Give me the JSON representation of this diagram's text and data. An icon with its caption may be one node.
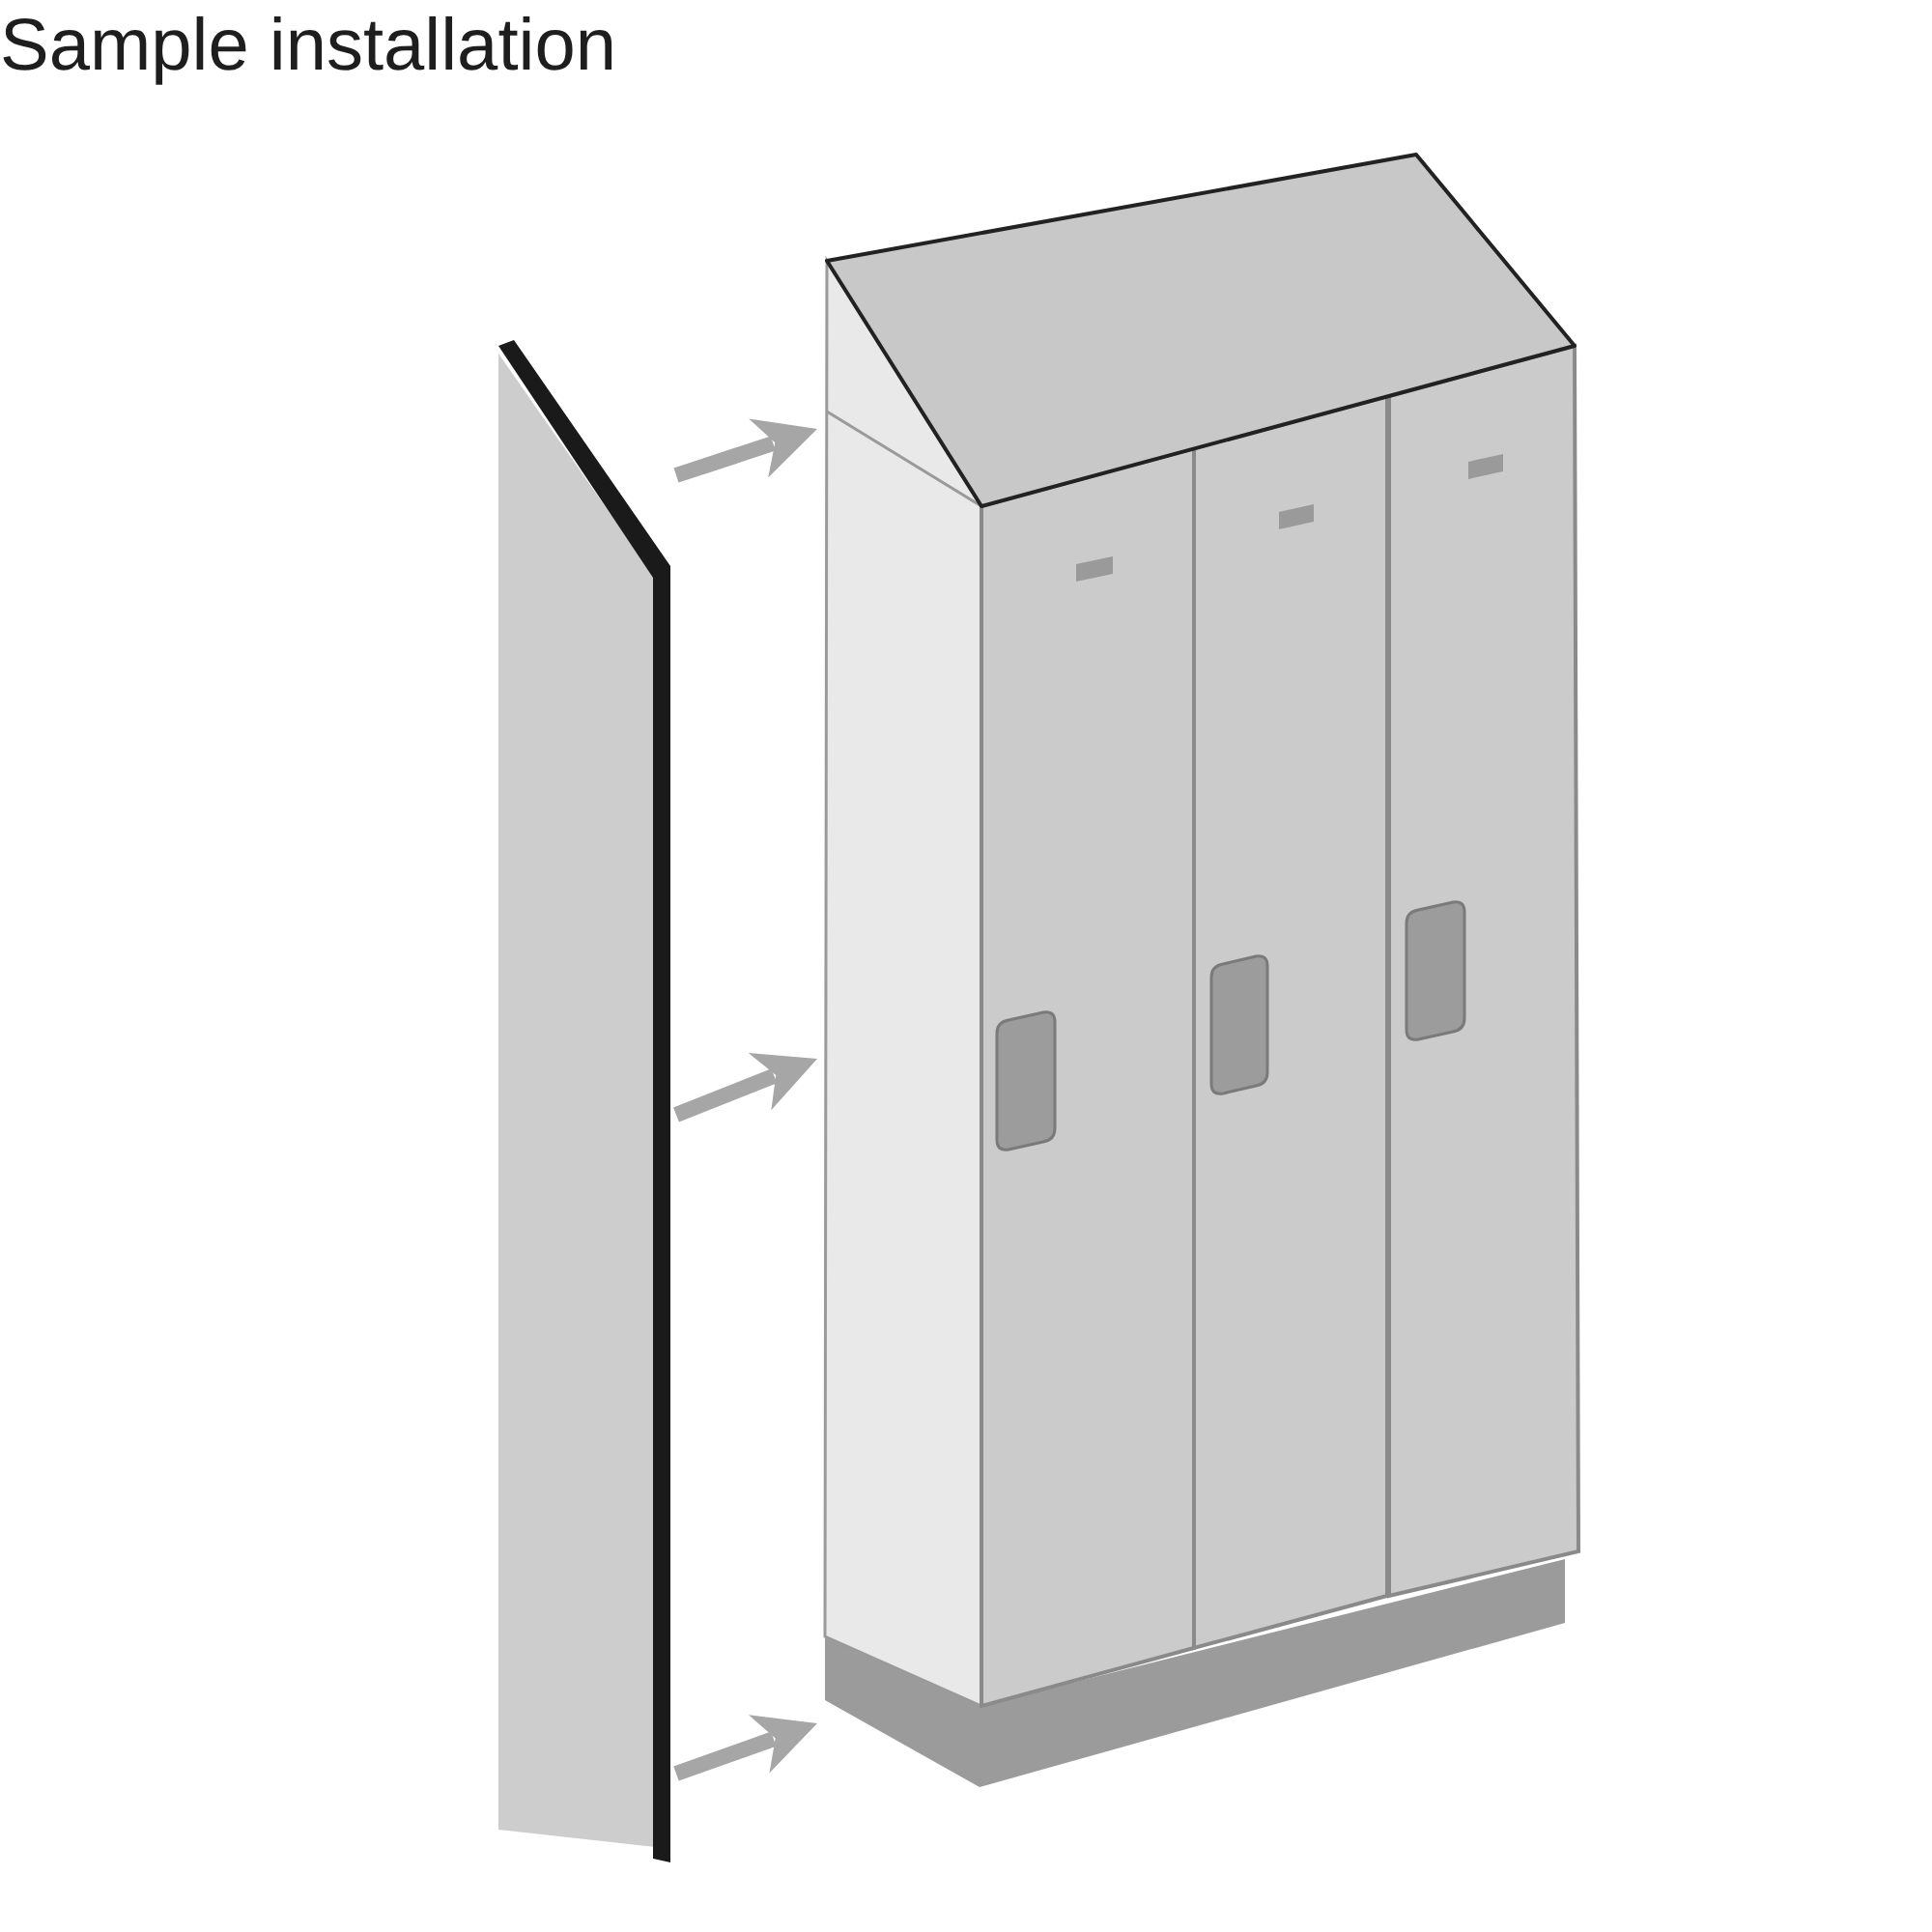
{
  "diagram": {
    "title": "Sample installation",
    "nodes": [
      {
        "text": [],
        "shape": "picture"
      },
      {
        "text": [],
        "shape": "picture"
      }
    ],
    "edges": [
      {
        "from": 0,
        "to": 1,
        "arrow": "to"
      },
      {
        "from": 0,
        "to": 1,
        "arrow": "to"
      },
      {
        "from": 0,
        "to": 1,
        "arrow": "to"
      }
    ]
  }
}
